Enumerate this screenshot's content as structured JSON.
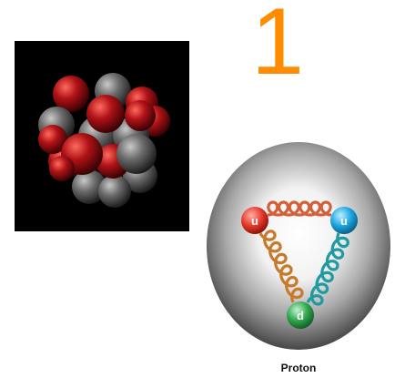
{
  "figure_number": "1",
  "proton": {
    "caption": "Proton",
    "quarks": [
      {
        "label": "u",
        "color": "#e8392b"
      },
      {
        "label": "u",
        "color": "#1aa7e0"
      },
      {
        "label": "d",
        "color": "#2fa84f"
      }
    ]
  },
  "nucleus": {
    "proton_color": "#b01216",
    "neutron_color": "#6c6c6c"
  },
  "colors": {
    "number": "#ff8c00",
    "panel_background": "#000000"
  }
}
